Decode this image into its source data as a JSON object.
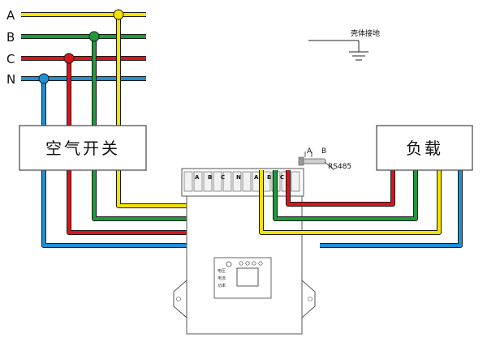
{
  "phases": [
    {
      "label": "A",
      "color": "#f4e200"
    },
    {
      "label": "B",
      "color": "#1e9a3a"
    },
    {
      "label": "C",
      "color": "#d8141c"
    },
    {
      "label": "N",
      "color": "#1e8fd5"
    }
  ],
  "outline_color": "#444444",
  "wire_outline": "#1a1a1a",
  "breaker": {
    "label": "空气开关"
  },
  "load": {
    "label": "负载"
  },
  "ground": {
    "label": "壳体接地"
  },
  "rs485": {
    "label": "RS485",
    "pin_a": "A",
    "pin_b": "B"
  },
  "terminals": {
    "input_labels": [
      "A",
      "B",
      "C",
      "N"
    ],
    "output_labels": [
      "A",
      "B",
      "C"
    ]
  },
  "panel": {
    "indicator_labels": [
      "电压",
      "电流",
      "功率"
    ]
  }
}
